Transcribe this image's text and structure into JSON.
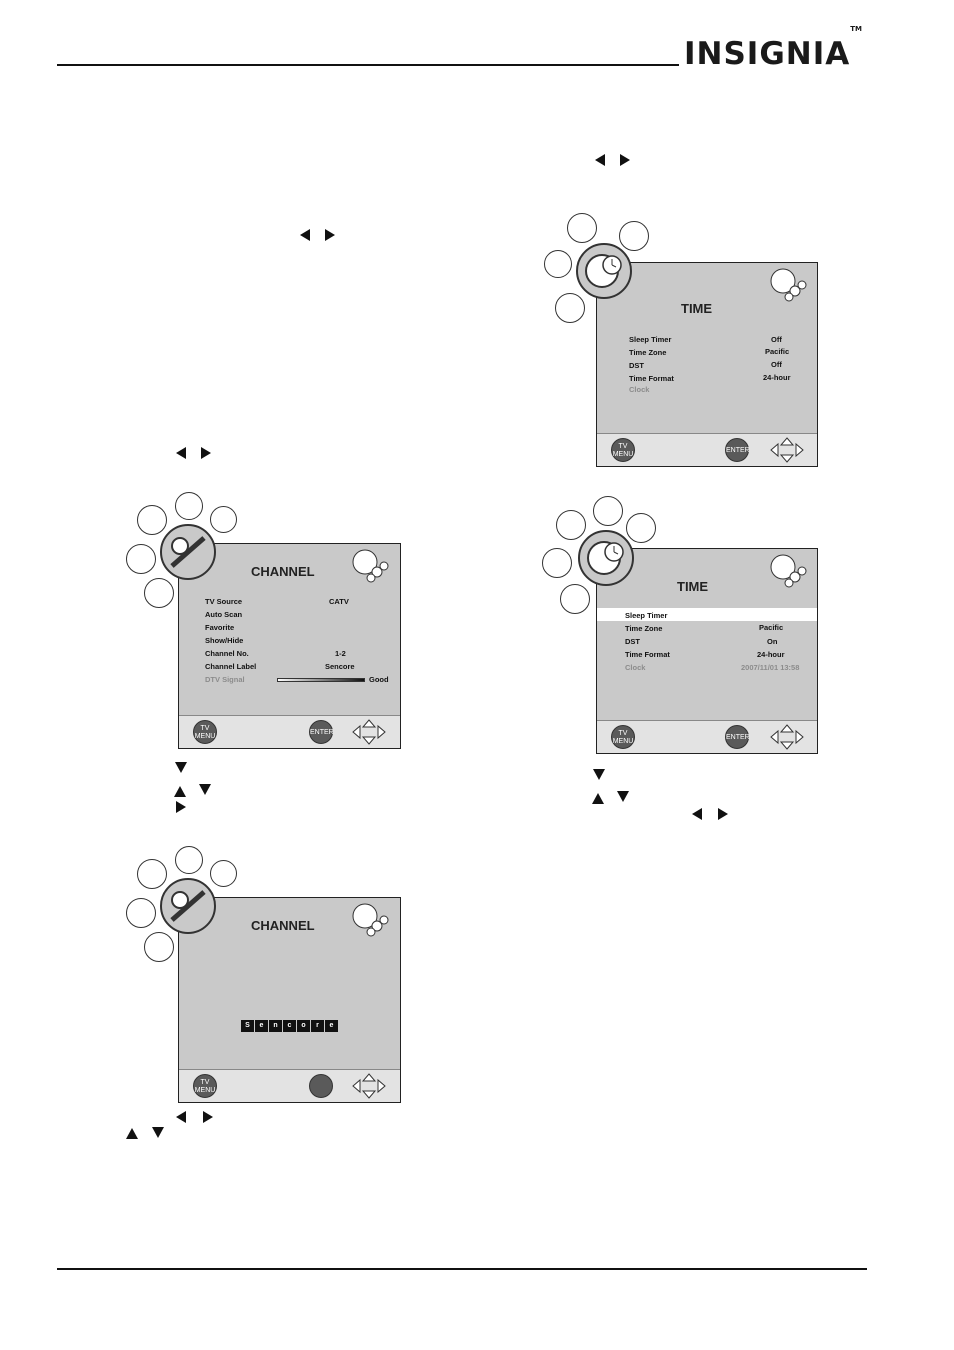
{
  "header": {
    "brand": "INSIGNIA",
    "tm": "TM"
  },
  "channel_screen_1": {
    "title": "CHANNEL",
    "rows": [
      {
        "label": "TV Source",
        "value": "CATV"
      },
      {
        "label": "Auto Scan",
        "value": ""
      },
      {
        "label": "Favorite",
        "value": ""
      },
      {
        "label": "Show/Hide",
        "value": ""
      },
      {
        "label": "Channel No.",
        "value": "1-2"
      },
      {
        "label": "Channel Label",
        "value": "Sencore"
      },
      {
        "label": "DTV Signal",
        "value": "Good"
      }
    ],
    "menu_label": "TV MENU",
    "enter_label": "ENTER"
  },
  "channel_screen_2": {
    "title": "CHANNEL",
    "label_chars": [
      "S",
      "e",
      "n",
      "c",
      "o",
      "r",
      "e"
    ],
    "menu_label": "TV MENU"
  },
  "time_screen_1": {
    "title": "TIME",
    "rows": [
      {
        "label": "Sleep Timer",
        "value": "Off"
      },
      {
        "label": "Time Zone",
        "value": "Pacific"
      },
      {
        "label": "DST",
        "value": "Off"
      },
      {
        "label": "Time Format",
        "value": "24-hour"
      },
      {
        "label": "Clock",
        "value": ""
      }
    ],
    "menu_label": "TV MENU",
    "enter_label": "ENTER"
  },
  "time_screen_2": {
    "title": "TIME",
    "rows": [
      {
        "label": "Sleep Timer",
        "value": ""
      },
      {
        "label": "Time Zone",
        "value": "Pacific"
      },
      {
        "label": "DST",
        "value": "On"
      },
      {
        "label": "Time Format",
        "value": "24-hour"
      },
      {
        "label": "Clock",
        "value": "2007/11/01 13:58"
      }
    ],
    "menu_label": "TV MENU",
    "enter_label": "ENTER"
  },
  "colors": {
    "screen_bg": "#c9c9c9",
    "footer_bg": "#e3e3e3",
    "button": "#5a5a5a"
  }
}
